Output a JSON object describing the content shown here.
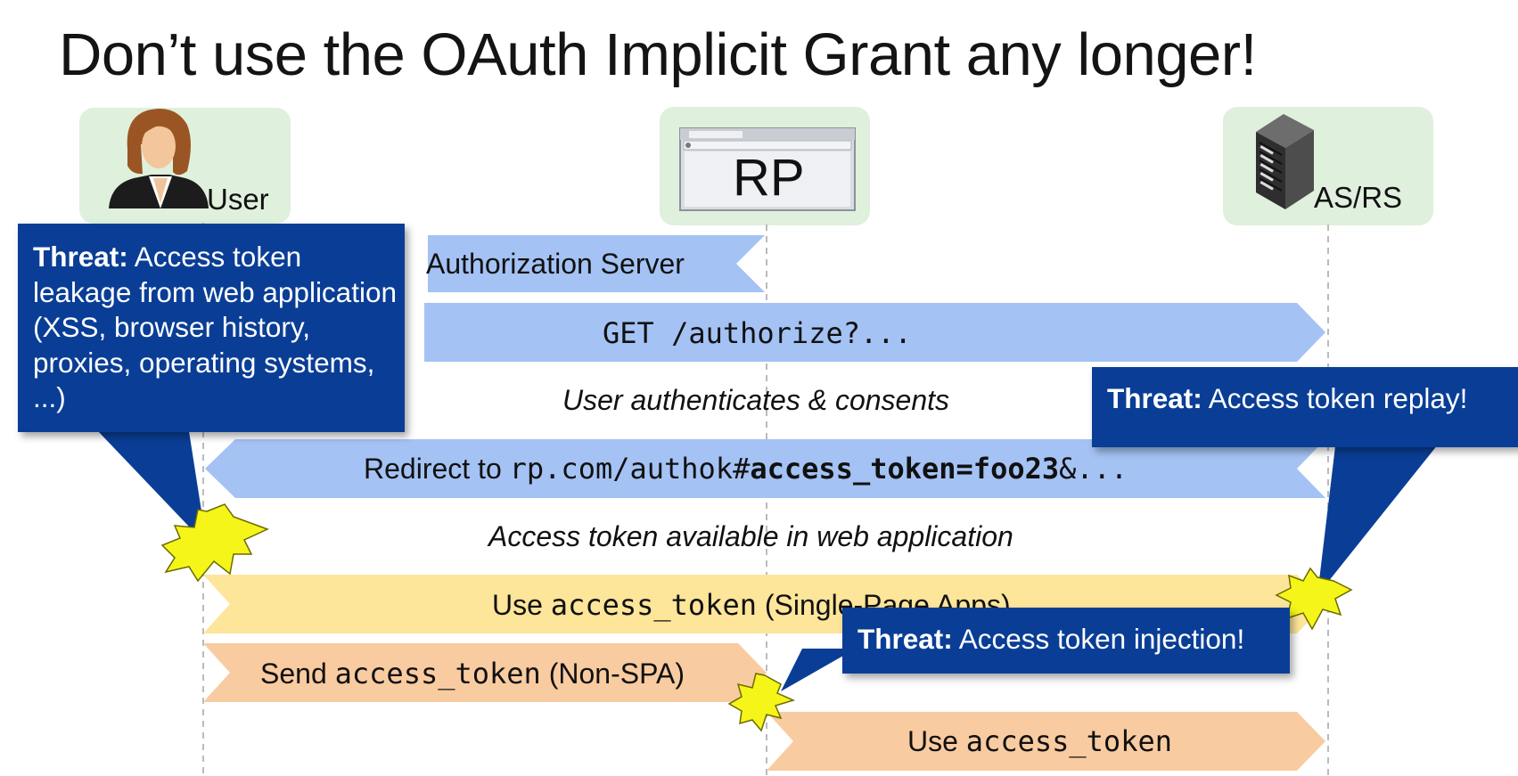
{
  "title": "Don’t use the OAuth Implicit Grant any longer!",
  "actors": {
    "user": "User",
    "rp": "RP",
    "as_rs": "AS/RS"
  },
  "messages": {
    "to_as": "Authorization Server",
    "authorize": "GET /authorize?...",
    "authenticate": "User authenticates & consents",
    "redirect_prefix": "Redirect to ",
    "redirect_url": "rp.com/authok#",
    "redirect_token": "access_token=foo23",
    "redirect_rest": "&...",
    "token_available": "Access token available in web application",
    "spa_use": "Use ",
    "spa_code": "access_token",
    "spa_suffix": " (Single-Page Apps)",
    "send_prefix": "Send ",
    "send_code": "access_token",
    "send_suffix": " (Non-SPA)",
    "use_prefix": "Use ",
    "use_code": "access_token"
  },
  "threats": {
    "leakage_label": "Threat:",
    "leakage_text": " Access token leakage from web application (XSS, browser history, proxies, operating systems, ...)",
    "replay_label": "Threat:",
    "replay_text": " Access token replay!",
    "injection_label": "Threat:",
    "injection_text": " Access token injection!"
  },
  "colors": {
    "blue_arrow": "#a4c2f4",
    "yellow_arrow": "#fde59a",
    "orange_arrow": "#f9cba0",
    "threat_bg": "#0a3e96",
    "actor_bg": "#dff0dc",
    "burst": "#f5f51a"
  },
  "icons": [
    "user-avatar-icon",
    "browser-window-icon",
    "server-rack-icon",
    "burst-icon"
  ]
}
